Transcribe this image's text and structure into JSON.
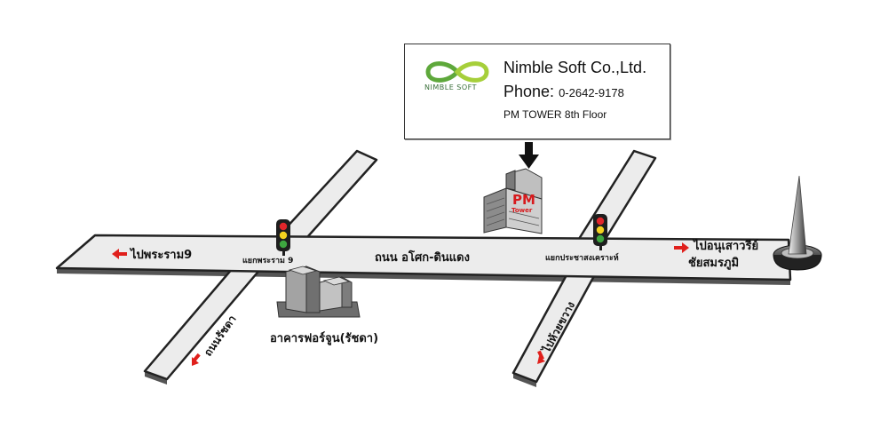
{
  "company": {
    "logo_caption": "NIMBLE SOFT",
    "name": "Nimble Soft Co.,Ltd.",
    "phone_label": "Phone:",
    "phone_number": "0-2642-9178",
    "floor": "PM TOWER 8th Floor"
  },
  "building": {
    "logo_text": "PM",
    "name_text": "Tower"
  },
  "labels": {
    "to_rama9": "ไปพระราม9",
    "junction_rama9": "แยกพระราม 9",
    "asoke_dindaeng": "ถนน อโศก-ดินแดง",
    "junction_pracha": "แยกประชาสงเคราะห์",
    "to_victory_line1": "ไปอนุเสาวรีย์",
    "to_victory_line2": "ชัยสมรภูมิ",
    "ratchada_road": "ถนนรัชดา",
    "fortune_building": "อาคารฟอร์จูน(รัชดา)",
    "to_huai_khwang": "ไปห้วยขวาง"
  },
  "colors": {
    "road_fill": "#ececec",
    "road_edge": "#222222",
    "arrow_red": "#e0201c",
    "pm_red": "#d7191c",
    "logo_green": "#5ea83b",
    "logo_lime": "#a6cf3a"
  }
}
